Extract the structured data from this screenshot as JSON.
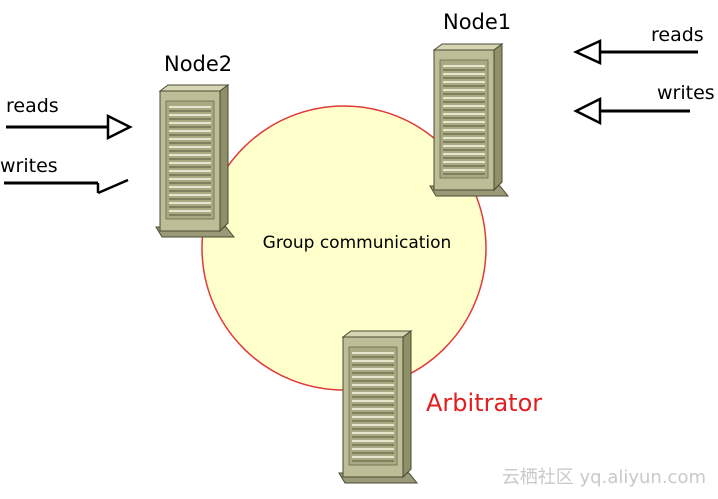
{
  "diagram": {
    "center_label": "Group communication",
    "nodes": [
      {
        "id": "node1",
        "label": "Node1"
      },
      {
        "id": "node2",
        "label": "Node2"
      },
      {
        "id": "arbitrator",
        "label": "Arbitrator"
      }
    ],
    "io_labels": {
      "node1_reads": "reads",
      "node1_writes": "writes",
      "node2_reads": "reads",
      "node2_writes": "writes"
    },
    "watermark": "云栖社区 yq.aliyun.com",
    "colors": {
      "ring_fill": "#ffffcc",
      "ring_stroke": "#e03a3a",
      "arbitrator_label": "#e02020",
      "server_face": "#bdbd98",
      "server_side": "#8f8f68",
      "server_outline": "#4a4a32"
    }
  }
}
